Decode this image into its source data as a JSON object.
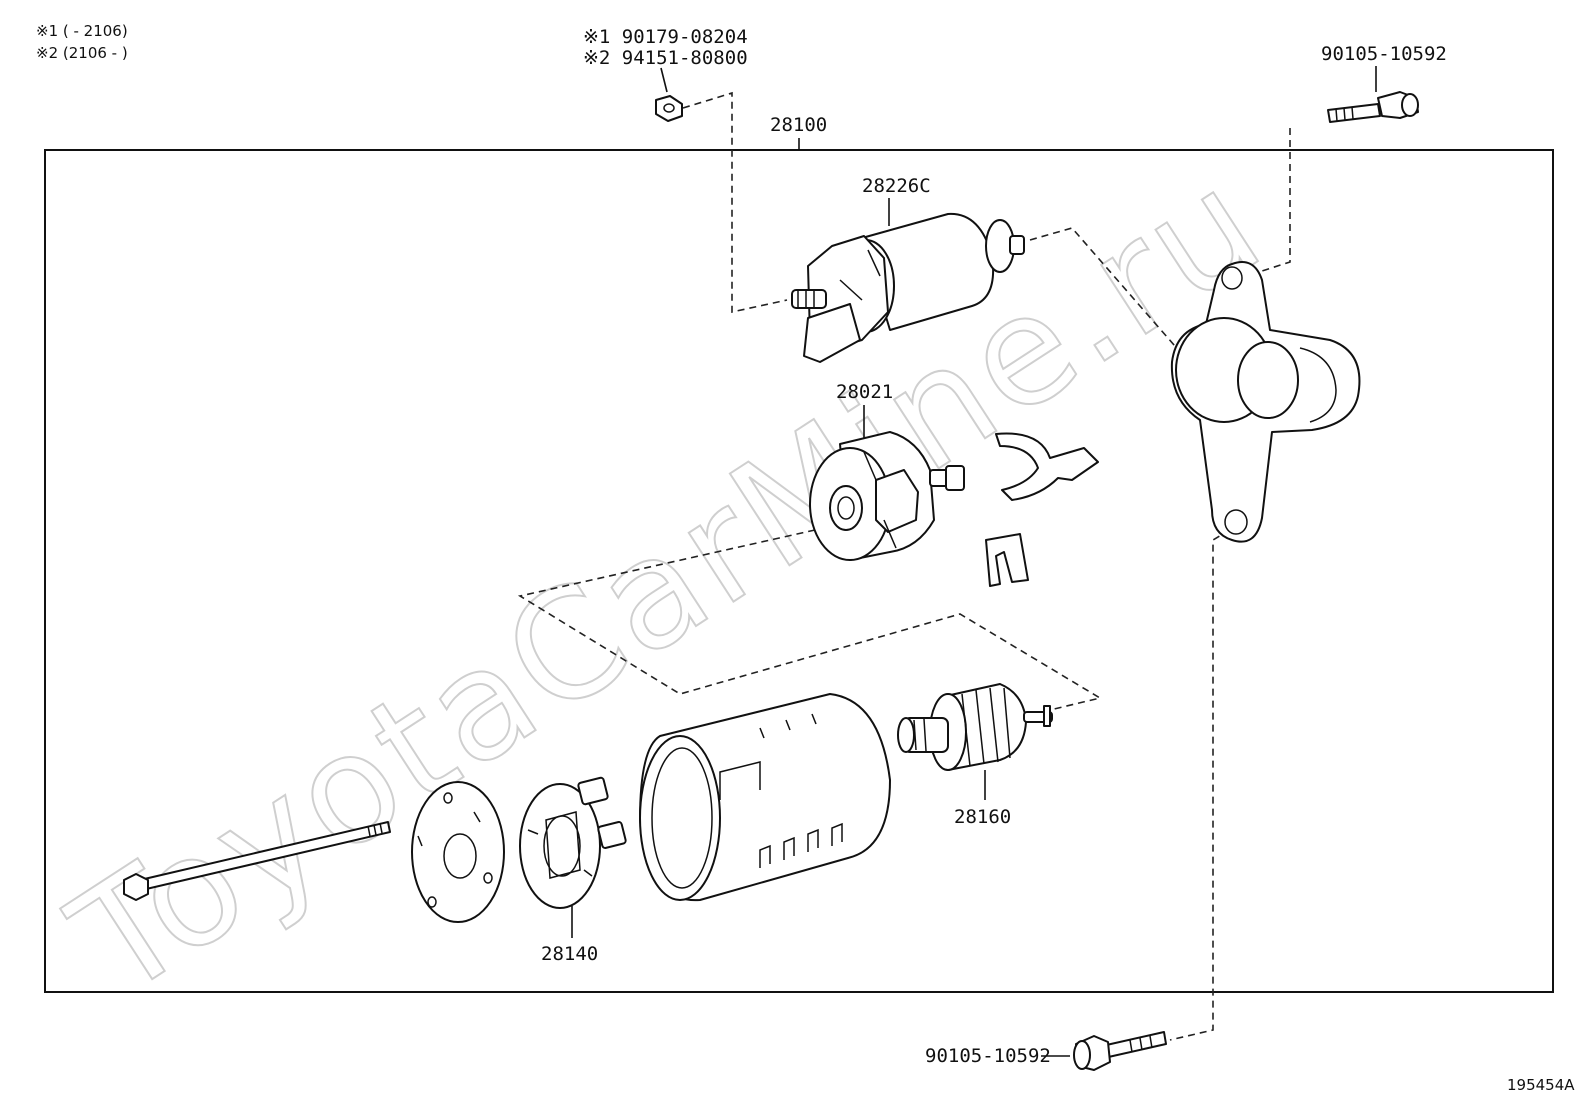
{
  "notes": {
    "note1": "※1 (    - 2106)",
    "note2": "※2 (2106 -    )"
  },
  "parts": {
    "nut": {
      "line1": "※1 90179-08204",
      "line2": "※2 94151-80800"
    },
    "bolt_top": "90105-10592",
    "bolt_bottom": "90105-10592",
    "assembly": "28100",
    "solenoid": "28226C",
    "motor_unit": "28021",
    "armature": "28160",
    "brush_holder": "28140"
  },
  "diagram_code": "195454A",
  "watermark": "ToyotaCarMine.ru",
  "colors": {
    "ink": "#111111",
    "background": "#ffffff",
    "watermark": "#cfcfcf"
  }
}
